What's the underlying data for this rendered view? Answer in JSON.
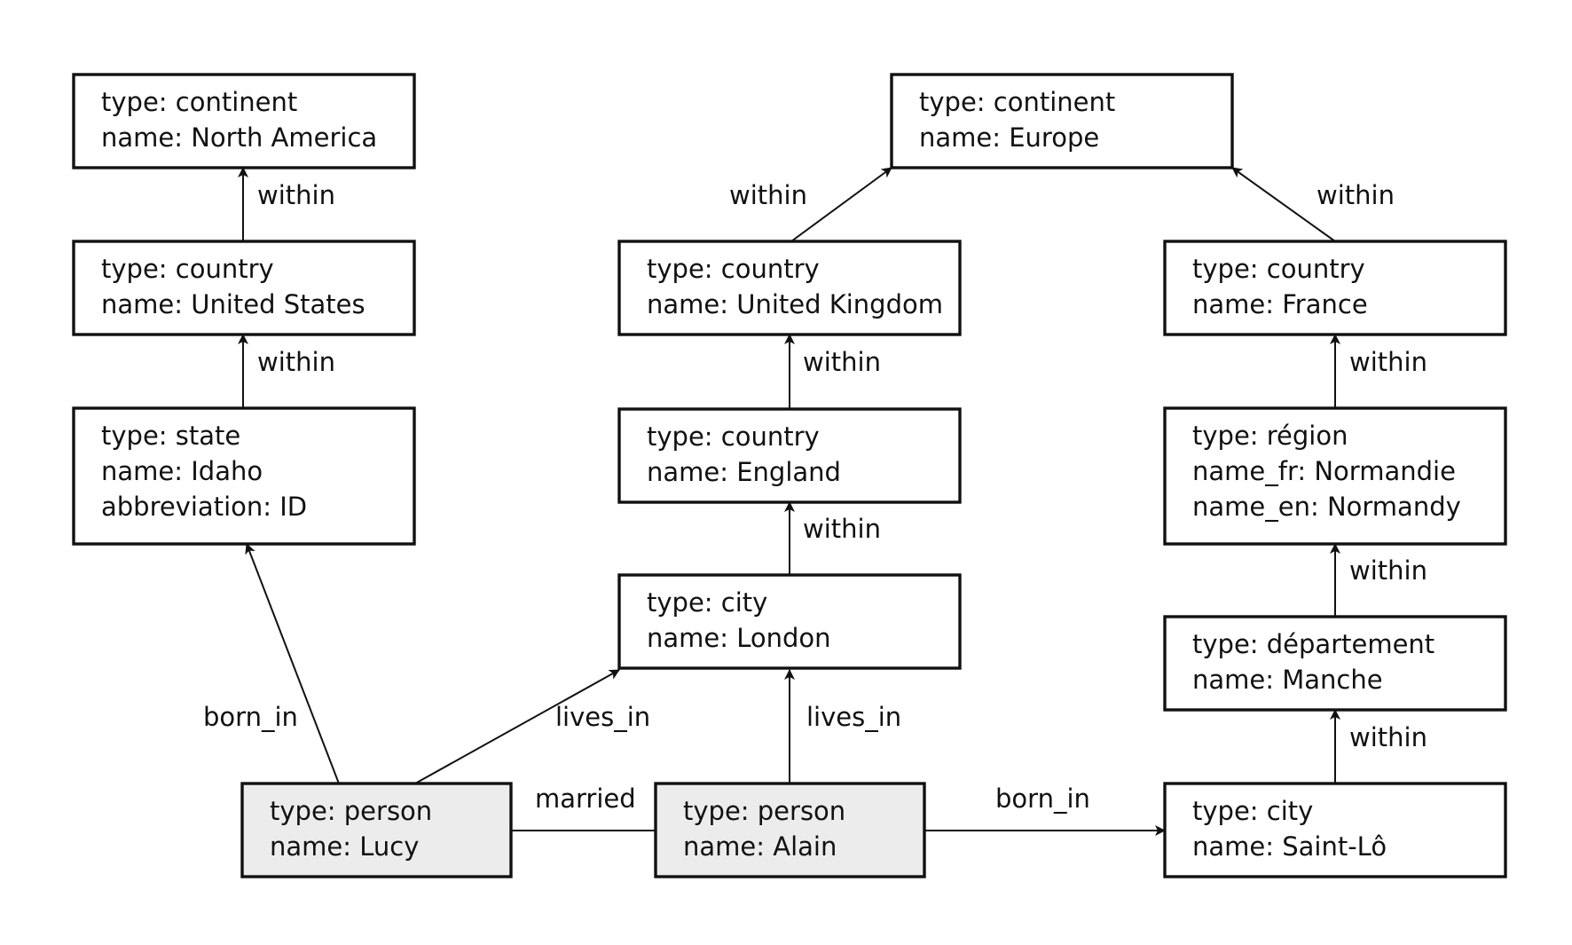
{
  "nodes": [
    {
      "id": "north-america",
      "person": false,
      "lines": [
        "type: continent",
        "name: North America"
      ]
    },
    {
      "id": "united-states",
      "person": false,
      "lines": [
        "type: country",
        "name: United States"
      ]
    },
    {
      "id": "idaho",
      "person": false,
      "lines": [
        "type: state",
        "name: Idaho",
        "abbreviation: ID"
      ]
    },
    {
      "id": "europe",
      "person": false,
      "lines": [
        "type: continent",
        "name: Europe"
      ]
    },
    {
      "id": "united-kingdom",
      "person": false,
      "lines": [
        "type: country",
        "name: United Kingdom"
      ]
    },
    {
      "id": "england",
      "person": false,
      "lines": [
        "type: country",
        "name: England"
      ]
    },
    {
      "id": "london",
      "person": false,
      "lines": [
        "type: city",
        "name: London"
      ]
    },
    {
      "id": "france",
      "person": false,
      "lines": [
        "type: country",
        "name: France"
      ]
    },
    {
      "id": "normandie",
      "person": false,
      "lines": [
        "type: région",
        "name_fr: Normandie",
        "name_en: Normandy"
      ]
    },
    {
      "id": "manche",
      "person": false,
      "lines": [
        "type: département",
        "name: Manche"
      ]
    },
    {
      "id": "saint-lo",
      "person": false,
      "lines": [
        "type: city",
        "name: Saint-Lô"
      ]
    },
    {
      "id": "lucy",
      "person": true,
      "lines": [
        "type: person",
        "name: Lucy"
      ]
    },
    {
      "id": "alain",
      "person": true,
      "lines": [
        "type: person",
        "name: Alain"
      ]
    }
  ],
  "edges": [
    {
      "id": "us-within-na",
      "label": "within",
      "from": "united-states",
      "to": "north-america",
      "arrow": true
    },
    {
      "id": "idaho-within-us",
      "label": "within",
      "from": "idaho",
      "to": "united-states",
      "arrow": true
    },
    {
      "id": "uk-within-europe",
      "label": "within",
      "from": "united-kingdom",
      "to": "europe",
      "arrow": true
    },
    {
      "id": "france-within-europe",
      "label": "within",
      "from": "france",
      "to": "europe",
      "arrow": true
    },
    {
      "id": "england-within-uk",
      "label": "within",
      "from": "england",
      "to": "united-kingdom",
      "arrow": true
    },
    {
      "id": "london-within-england",
      "label": "within",
      "from": "london",
      "to": "england",
      "arrow": true
    },
    {
      "id": "normandie-within-france",
      "label": "within",
      "from": "normandie",
      "to": "france",
      "arrow": true
    },
    {
      "id": "manche-within-normandie",
      "label": "within",
      "from": "manche",
      "to": "normandie",
      "arrow": true
    },
    {
      "id": "saintlo-within-manche",
      "label": "within",
      "from": "saint-lo",
      "to": "manche",
      "arrow": true
    },
    {
      "id": "lucy-born-in-idaho",
      "label": "born_in",
      "from": "lucy",
      "to": "idaho",
      "arrow": true
    },
    {
      "id": "lucy-lives-in-london",
      "label": "lives_in",
      "from": "lucy",
      "to": "london",
      "arrow": true
    },
    {
      "id": "alain-lives-in-london",
      "label": "lives_in",
      "from": "alain",
      "to": "london",
      "arrow": true
    },
    {
      "id": "lucy-married-alain",
      "label": "married",
      "from": "lucy",
      "to": "alain",
      "arrow": false
    },
    {
      "id": "alain-born-in-saintlo",
      "label": "born_in",
      "from": "alain",
      "to": "saint-lo",
      "arrow": true
    }
  ]
}
